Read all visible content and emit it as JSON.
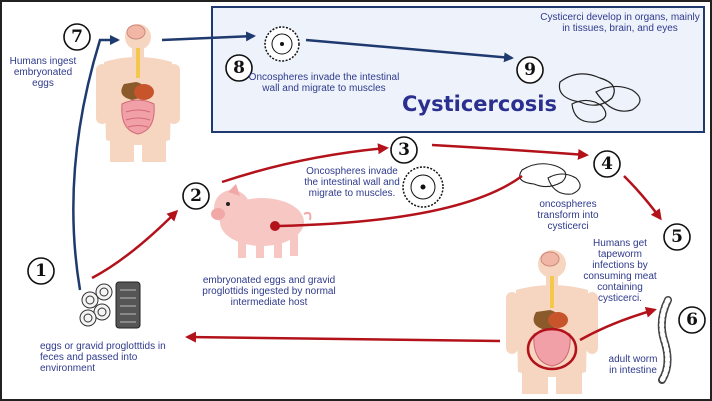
{
  "title": "Cysticercosis",
  "colors": {
    "human_path_arrow": "#1f3a6e",
    "pig_path_arrow": "#b3121b",
    "label_text": "#2f3a8c",
    "box_fill": "#eef3fb",
    "box_border": "#1f3a6e"
  },
  "steps": [
    {
      "number": "1",
      "text": "eggs or gravid proglotttids in feces and passed into environment"
    },
    {
      "number": "2",
      "text": "embryonated eggs and gravid proglottids ingested by normal intermediate host"
    },
    {
      "number": "3",
      "text": "Oncospheres invade the intestinal wall and migrate to muscles."
    },
    {
      "number": "4",
      "text": "oncospheres transform into cysticerci"
    },
    {
      "number": "5",
      "text": "Humans get tapeworm infections by consuming meat containing cysticerci."
    },
    {
      "number": "6",
      "text": "adult worm in intestine"
    },
    {
      "number": "7",
      "text": "Humans ingest embryonated eggs"
    },
    {
      "number": "8",
      "text": "Oncospheres invade the intestinal wall and migrate to muscles"
    },
    {
      "number": "9",
      "text": "Cysticerci develop in organs, mainly in tissues, brain, and eyes"
    }
  ]
}
